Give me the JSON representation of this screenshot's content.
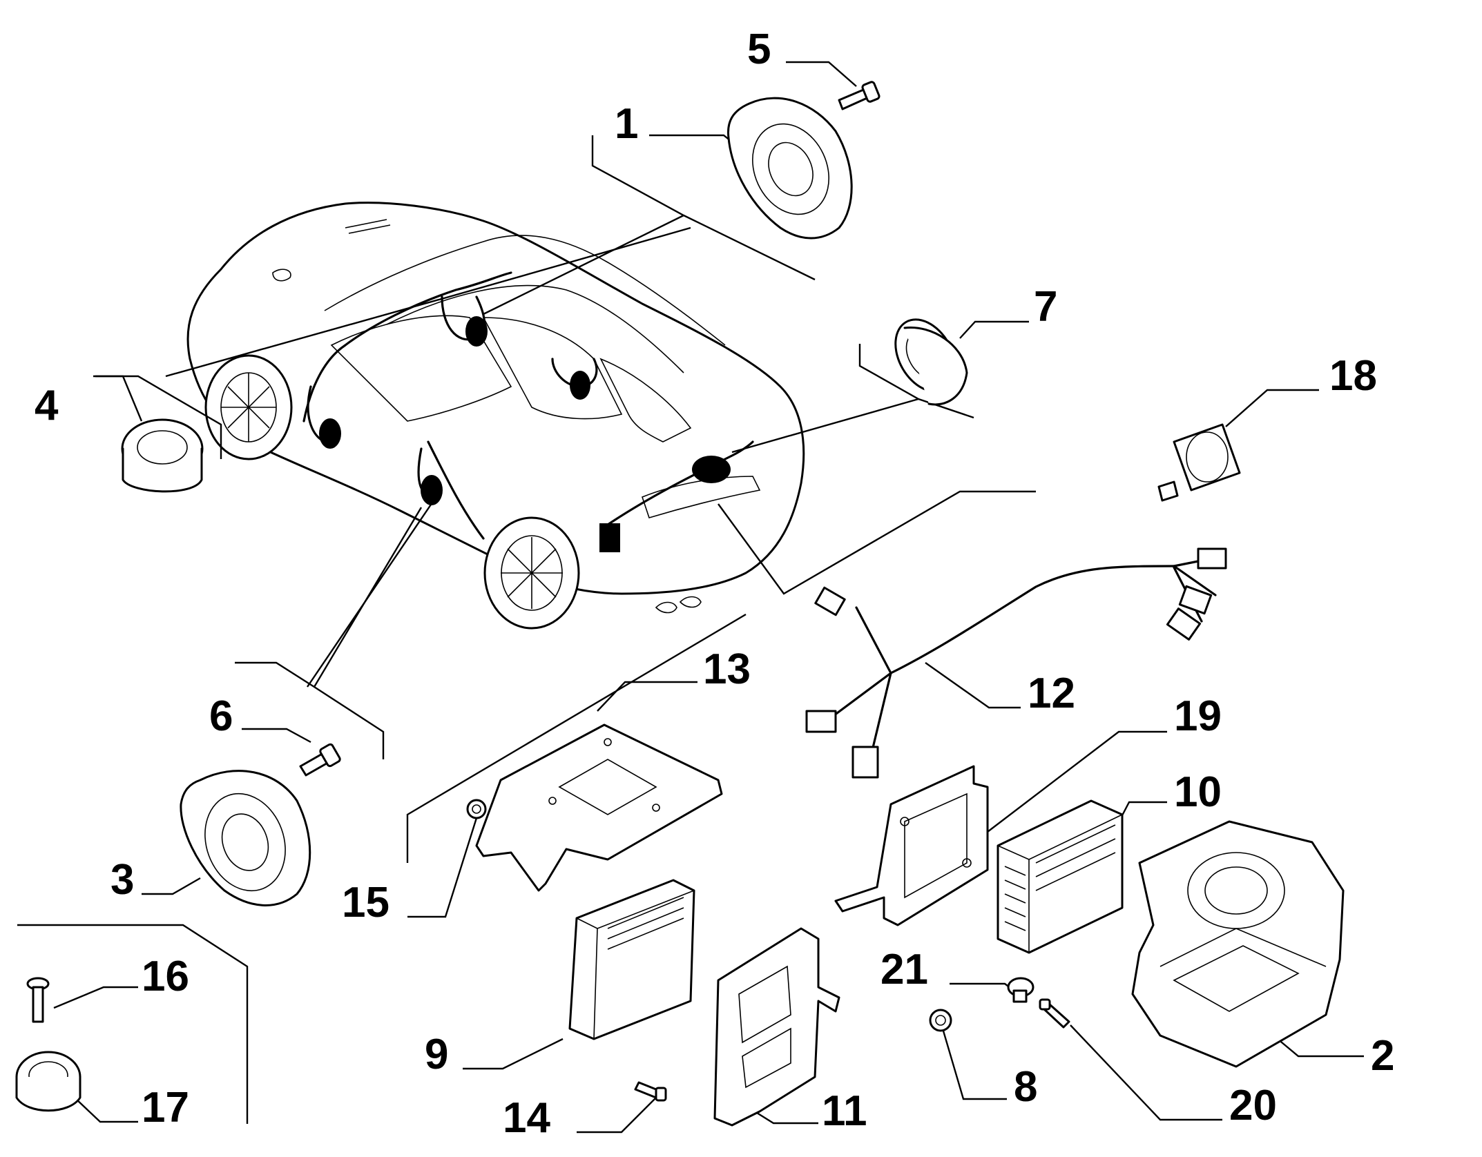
{
  "diagram": {
    "callouts": [
      {
        "id": "1",
        "label": "1"
      },
      {
        "id": "2",
        "label": "2"
      },
      {
        "id": "3",
        "label": "3"
      },
      {
        "id": "4",
        "label": "4"
      },
      {
        "id": "5",
        "label": "5"
      },
      {
        "id": "6",
        "label": "6"
      },
      {
        "id": "7",
        "label": "7"
      },
      {
        "id": "8",
        "label": "8"
      },
      {
        "id": "9",
        "label": "9"
      },
      {
        "id": "10",
        "label": "10"
      },
      {
        "id": "11",
        "label": "11"
      },
      {
        "id": "12",
        "label": "12"
      },
      {
        "id": "13",
        "label": "13"
      },
      {
        "id": "14",
        "label": "14"
      },
      {
        "id": "15",
        "label": "15"
      },
      {
        "id": "16",
        "label": "16"
      },
      {
        "id": "17",
        "label": "17"
      },
      {
        "id": "18",
        "label": "18"
      },
      {
        "id": "19",
        "label": "19"
      },
      {
        "id": "20",
        "label": "20"
      },
      {
        "id": "21",
        "label": "21"
      }
    ],
    "line_color": "#000000",
    "background": "#ffffff"
  }
}
